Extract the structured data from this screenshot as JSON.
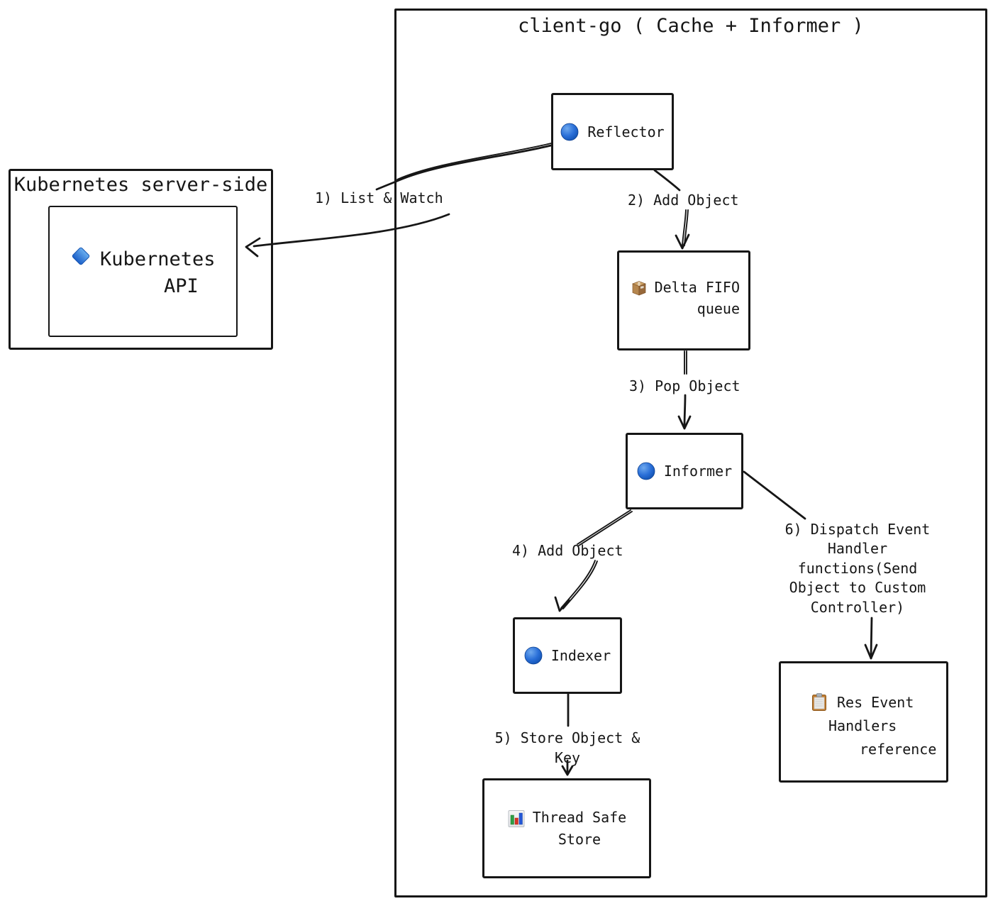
{
  "diagram": {
    "client_go": {
      "title": "client-go ( Cache + Informer )"
    },
    "kubernetes": {
      "title": "Kubernetes server-side",
      "api_node": {
        "icon": "blue-diamond",
        "line1": "Kubernetes",
        "line2": "API"
      }
    },
    "nodes": {
      "reflector": {
        "icon": "blue-circle",
        "label": "Reflector"
      },
      "delta_fifo": {
        "icon": "package",
        "lines": [
          "Delta FIFO",
          "queue"
        ]
      },
      "informer": {
        "icon": "blue-circle",
        "label": "Informer"
      },
      "indexer": {
        "icon": "blue-circle",
        "label": "Indexer"
      },
      "thread_safe_store": {
        "icon": "bar-chart",
        "lines": [
          "Thread Safe",
          "Store"
        ]
      },
      "res_event_handlers": {
        "icon": "clipboard",
        "lines": [
          "Res Event",
          "Handlers",
          "reference"
        ]
      }
    },
    "edge_labels": {
      "e1": "1) List & Watch",
      "e2": "2) Add Object",
      "e3": "3) Pop Object",
      "e4": "4) Add Object",
      "e5": [
        "5) Store Object &",
        "Key"
      ],
      "e6": [
        "6) Dispatch Event",
        "Handler",
        "functions(Send",
        "Object to Custom",
        "Controller)"
      ]
    },
    "colors": {
      "stroke": "#161616",
      "background": "#ffffff",
      "icon_blue": "#1e63cc"
    }
  }
}
